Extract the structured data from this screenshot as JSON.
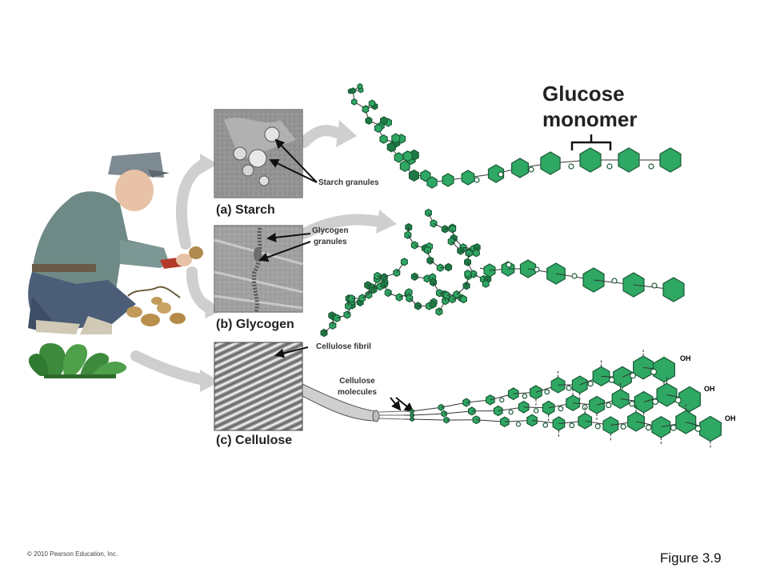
{
  "panels": {
    "a": {
      "letter": "(a)",
      "name": "Starch"
    },
    "b": {
      "letter": "(b)",
      "name": "Glycogen"
    },
    "c": {
      "letter": "(c)",
      "name": "Cellulose"
    }
  },
  "labels": {
    "starch_granules": "Starch granules",
    "glycogen_granules": [
      "Glycogen",
      "granules"
    ],
    "cellulose_fibril": "Cellulose fibril",
    "cellulose_molecules": [
      "Cellulose",
      "molecules"
    ],
    "glucose_monomer": [
      "Glucose",
      "monomer"
    ],
    "oh": "OH",
    "linker_o": "O"
  },
  "footer": {
    "copyright": "© 2010 Pearson Education, Inc.",
    "figure": "Figure 3.9"
  },
  "colors": {
    "hexagon_fill": "#2fa864",
    "hexagon_dark": "#1e7a45",
    "hexagon_stroke": "#1a5a35",
    "arrow_gray": "#cfcfcf",
    "micrograph": "#7a7a7a"
  }
}
